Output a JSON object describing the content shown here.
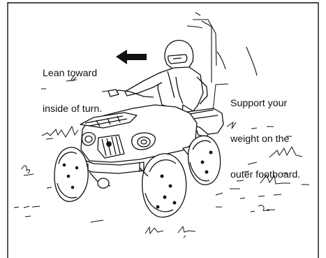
{
  "callouts": {
    "lean": {
      "line1": "Lean toward",
      "line2": "inside of turn."
    },
    "support": {
      "line1": "Support your",
      "line2": "weight on the",
      "line3": "outer footboard."
    }
  },
  "colors": {
    "ink": "#111111",
    "background": "#ffffff"
  },
  "icons": {
    "direction_arrow": "left-arrow-icon"
  }
}
